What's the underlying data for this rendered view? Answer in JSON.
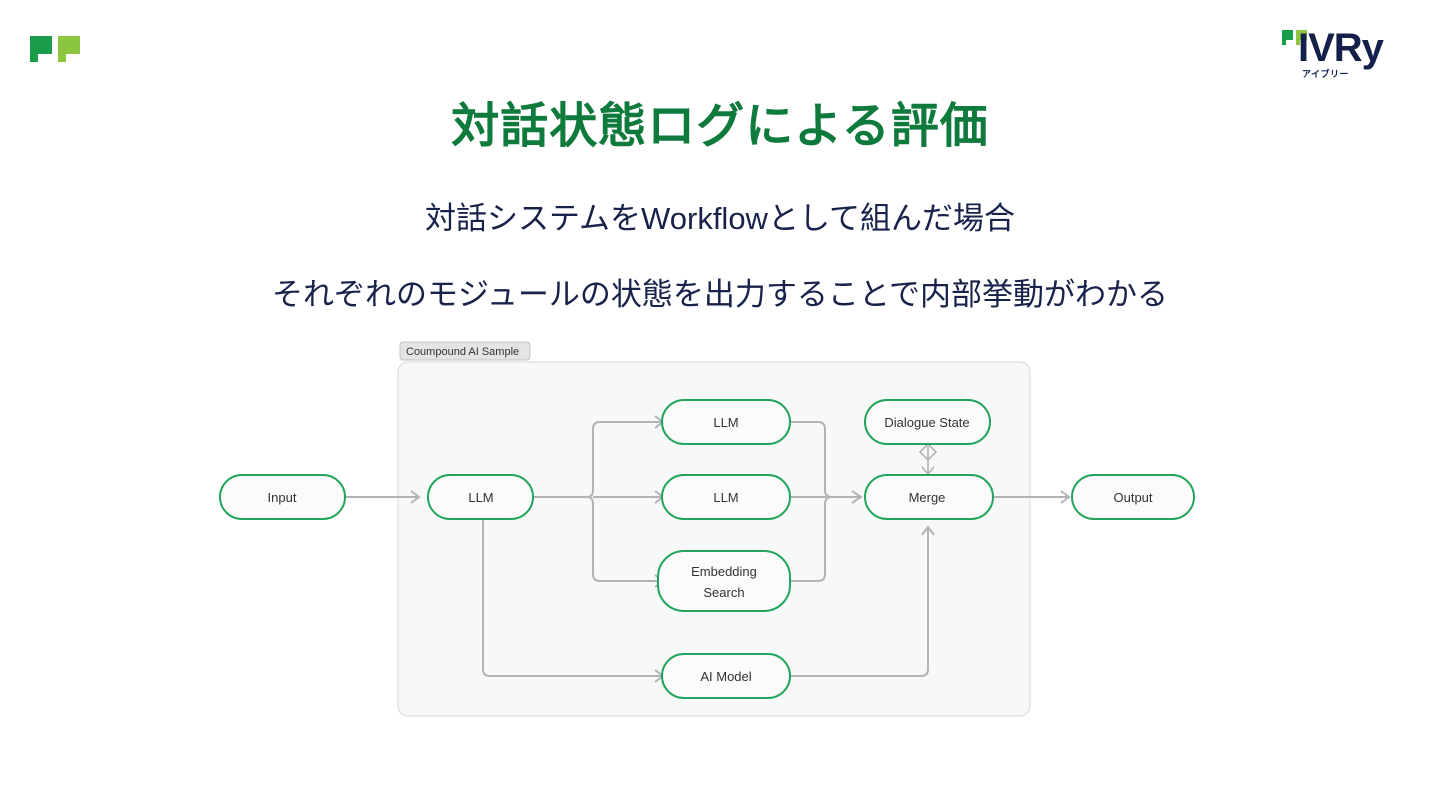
{
  "slide": {
    "title": "対話状態ログによる評価",
    "subtitle_lines": [
      "対話システムをWorkflowとして組んだ場合",
      "それぞれのモジュールの状態を出力することで内部挙動がわかる"
    ],
    "title_color": "#0e7a3c",
    "subtitle_color": "#18224a",
    "background_color": "#ffffff"
  },
  "corner_mark": {
    "name": "ivry-corner-flags",
    "dark_color": "#1a9d4a",
    "light_color": "#8cc63f"
  },
  "brand_logo": {
    "wordmark": "IVRy",
    "kana": "アイブリー",
    "wordmark_color": "#13204a",
    "flag_dark_color": "#1a9d4a",
    "flag_light_color": "#8cc63f"
  },
  "diagram": {
    "group_label": "Coumpound AI Sample",
    "node_border_color": "#22a45d",
    "node_fill_color": "#fbfbfb",
    "node_text_color": "#333333",
    "edge_color": "#b3b3b3",
    "panel_fill_color": "#f7f8f8",
    "nodes": {
      "input": "Input",
      "llm_router": "LLM",
      "llm_branch_top": "LLM",
      "llm_branch_mid": "LLM",
      "embedding_search_line1": "Embedding",
      "embedding_search_line2": "Search",
      "ai_model": "AI Model",
      "dialogue_state": "Dialogue State",
      "merge": "Merge",
      "output": "Output"
    }
  }
}
